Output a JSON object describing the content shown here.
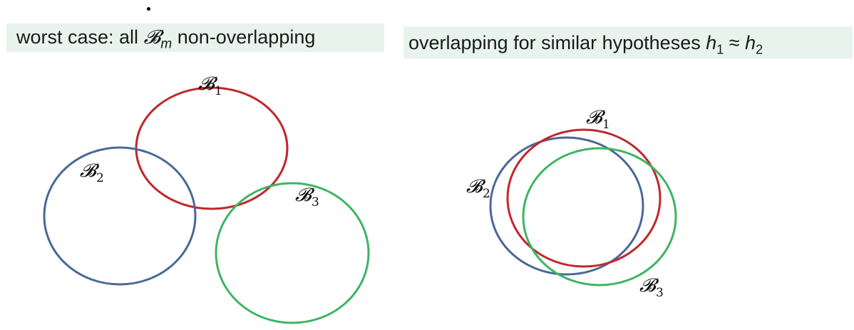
{
  "left_panel": {
    "caption": {
      "text_before": "worst case: all ",
      "math": "𝓑",
      "math_sub": "m",
      "text_after": " non-overlapping"
    },
    "sets": [
      {
        "label": "𝓑",
        "sub": "1",
        "color": "#c0272d"
      },
      {
        "label": "𝓑",
        "sub": "2",
        "color": "#4a6896"
      },
      {
        "label": "𝓑",
        "sub": "3",
        "color": "#3cb563"
      }
    ]
  },
  "right_panel": {
    "caption": {
      "text_before": "overlapping for similar hypotheses ",
      "h1": "h",
      "h1_sub": "1",
      "approx": " ≈ ",
      "h2": "h",
      "h2_sub": "2"
    },
    "sets": [
      {
        "label": "𝓑",
        "sub": "1",
        "color": "#c0272d"
      },
      {
        "label": "𝓑",
        "sub": "2",
        "color": "#4a6896"
      },
      {
        "label": "𝓑",
        "sub": "3",
        "color": "#3cb563"
      }
    ]
  }
}
